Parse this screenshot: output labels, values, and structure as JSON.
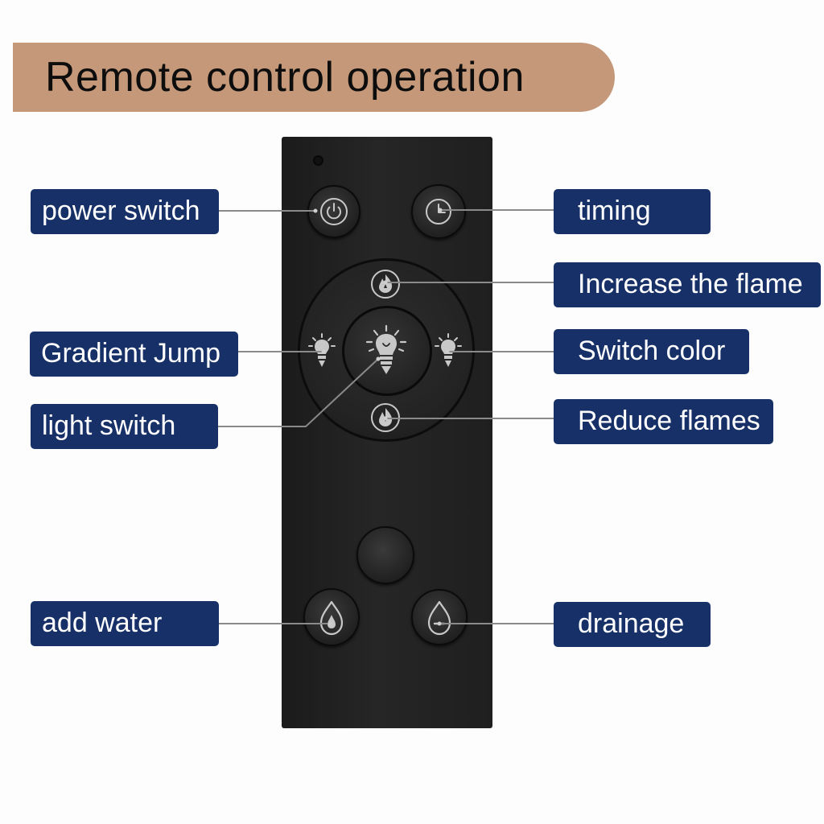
{
  "title": "Remote control operation",
  "colors": {
    "banner": "#c49878",
    "callout_bg": "#173067",
    "callout_text": "#ffffff",
    "remote_body": "#222222",
    "icon_stroke": "#c8c8c8",
    "leader_line": "#8a8a8a"
  },
  "labels": {
    "power": "power switch",
    "timing": "timing",
    "increase": "Increase the flame",
    "gradient": "Gradient Jump",
    "switch_color": "Switch color",
    "light": "light switch",
    "reduce": "Reduce flames",
    "add_water": "add water",
    "drainage": "drainage"
  },
  "icons": {
    "power": "power-icon",
    "timing": "clock-icon",
    "increase": "flame-up-icon",
    "reduce": "flame-down-icon",
    "gradient": "bulb-icon",
    "switch_color": "bulb-icon",
    "light": "bulb-icon",
    "add_water": "water-drop-plus-icon",
    "drainage": "water-drop-minus-icon"
  }
}
